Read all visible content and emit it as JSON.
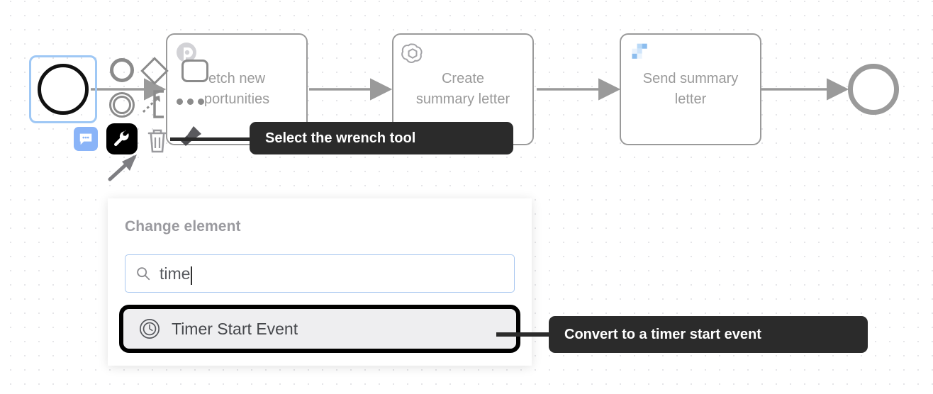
{
  "canvas": {
    "background": "#ffffff",
    "grid_dot_color": "#e3e3e6"
  },
  "diagram": {
    "type": "bpmn-process",
    "start_event": {
      "name": "start-event",
      "shape": "circle",
      "selected": true,
      "selection_color": "#9fc8f5",
      "stroke": "#111111"
    },
    "tasks": [
      {
        "label_lines": [
          "etch new",
          "portunities"
        ],
        "label_full": "etch new portunities",
        "icon": "pipedrive-icon",
        "icon_color": "#c8c8cc"
      },
      {
        "label_lines": [
          "Create",
          "summary letter"
        ],
        "label_full": "Create summary letter",
        "icon": "openai-icon",
        "icon_color": "#a3a3a7"
      },
      {
        "label_lines": [
          "Send summary",
          "letter"
        ],
        "label_full": "Send summary letter",
        "icon": "microsoft-squares-icon",
        "icon_color": "#9ec6f0"
      }
    ],
    "end_event": {
      "name": "end-event",
      "shape": "circle",
      "stroke": "#9a9a9a"
    },
    "connector_color": "#9a9a9a"
  },
  "context_pad": {
    "items": [
      {
        "name": "append-end-event",
        "icon": "circle-icon"
      },
      {
        "name": "append-gateway",
        "icon": "diamond-icon"
      },
      {
        "name": "append-task",
        "icon": "rounded-rect-icon"
      },
      {
        "name": "append-intermediate-event",
        "icon": "double-circle-icon"
      },
      {
        "name": "connect",
        "icon": "dashed-arrow-icon"
      },
      {
        "name": "append-subprocess",
        "icon": "bracket-icon"
      },
      {
        "name": "more-options",
        "icon": "ellipsis-icon"
      },
      {
        "name": "comment",
        "icon": "chat-bubble-icon",
        "color": "#8ab4f8"
      },
      {
        "name": "wrench-change-element",
        "icon": "wrench-icon",
        "highlighted": true,
        "highlight_color": "#000000"
      },
      {
        "name": "delete",
        "icon": "trash-icon"
      },
      {
        "name": "set-color",
        "icon": "paintbrush-icon"
      }
    ]
  },
  "annotations": {
    "pointer": {
      "name": "cursor-arrow",
      "color": "#7e7e82"
    },
    "tooltips": [
      {
        "id": "tooltip-wrench",
        "text": "Select the wrench tool",
        "bg": "#2b2b2b",
        "fg": "#ffffff"
      },
      {
        "id": "tooltip-timer",
        "text": "Convert to a timer start event",
        "bg": "#2b2b2b",
        "fg": "#ffffff"
      }
    ]
  },
  "change_element_popup": {
    "title": "Change element",
    "search": {
      "value": "time",
      "placeholder": "Search",
      "icon": "search-icon",
      "focused": true,
      "border_color": "#a8c7f0"
    },
    "results": [
      {
        "label": "Timer Start Event",
        "icon": "timer-start-event-icon",
        "highlighted": true,
        "highlight_color": "#000000",
        "row_bg": "#eeeef0"
      }
    ]
  }
}
